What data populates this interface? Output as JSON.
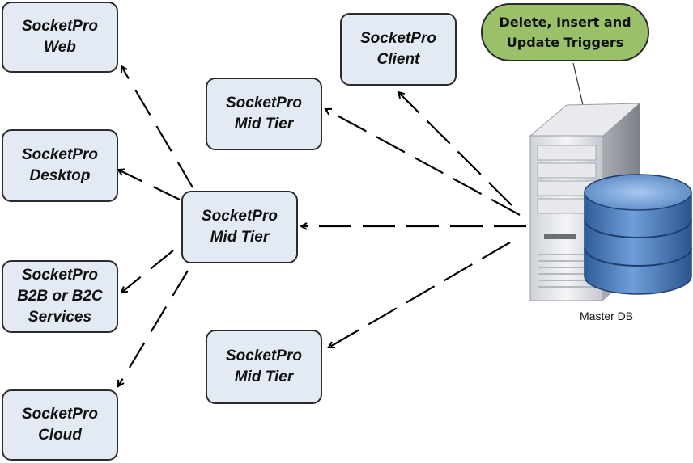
{
  "nodes": {
    "web": [
      "SocketPro",
      "Web"
    ],
    "desktop": [
      "SocketPro",
      "Desktop"
    ],
    "b2b": [
      "SocketPro",
      "B2B or B2C",
      "Services"
    ],
    "cloud": [
      "SocketPro",
      "Cloud"
    ],
    "mid_center": [
      "SocketPro",
      "Mid Tier"
    ],
    "mid_top": [
      "SocketPro",
      "Mid Tier"
    ],
    "mid_bottom": [
      "SocketPro",
      "Mid Tier"
    ],
    "client": [
      "SocketPro",
      "Client"
    ]
  },
  "callout": [
    "Delete, Insert and",
    "Update Triggers"
  ],
  "db_label": "Master DB",
  "colors": {
    "node_fill": "#e3eaf3",
    "callout_fill": "#9bc06a",
    "db_blue": "#4f7fbd"
  }
}
